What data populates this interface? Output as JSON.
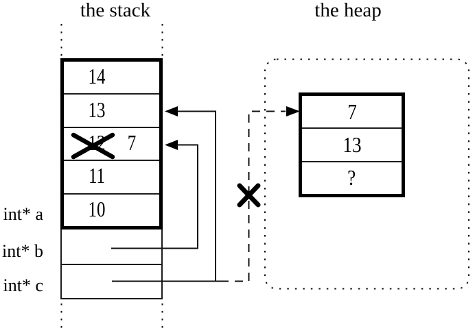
{
  "titles": {
    "stack": "the stack",
    "heap": "the heap"
  },
  "stack": {
    "rows": [
      {
        "value": "14"
      },
      {
        "value": "13"
      },
      {
        "value": "12",
        "crossed_out": true,
        "new_value": "7"
      },
      {
        "value": "11"
      },
      {
        "value": "10"
      }
    ],
    "pointer_labels": [
      {
        "label": "int* a"
      },
      {
        "label": "int* b"
      },
      {
        "label": "int* c"
      }
    ]
  },
  "heap": {
    "rows": [
      {
        "value": "7"
      },
      {
        "value": "13"
      },
      {
        "value": "?"
      }
    ]
  },
  "colors": {
    "line": "#000000",
    "background": "#ffffff"
  }
}
